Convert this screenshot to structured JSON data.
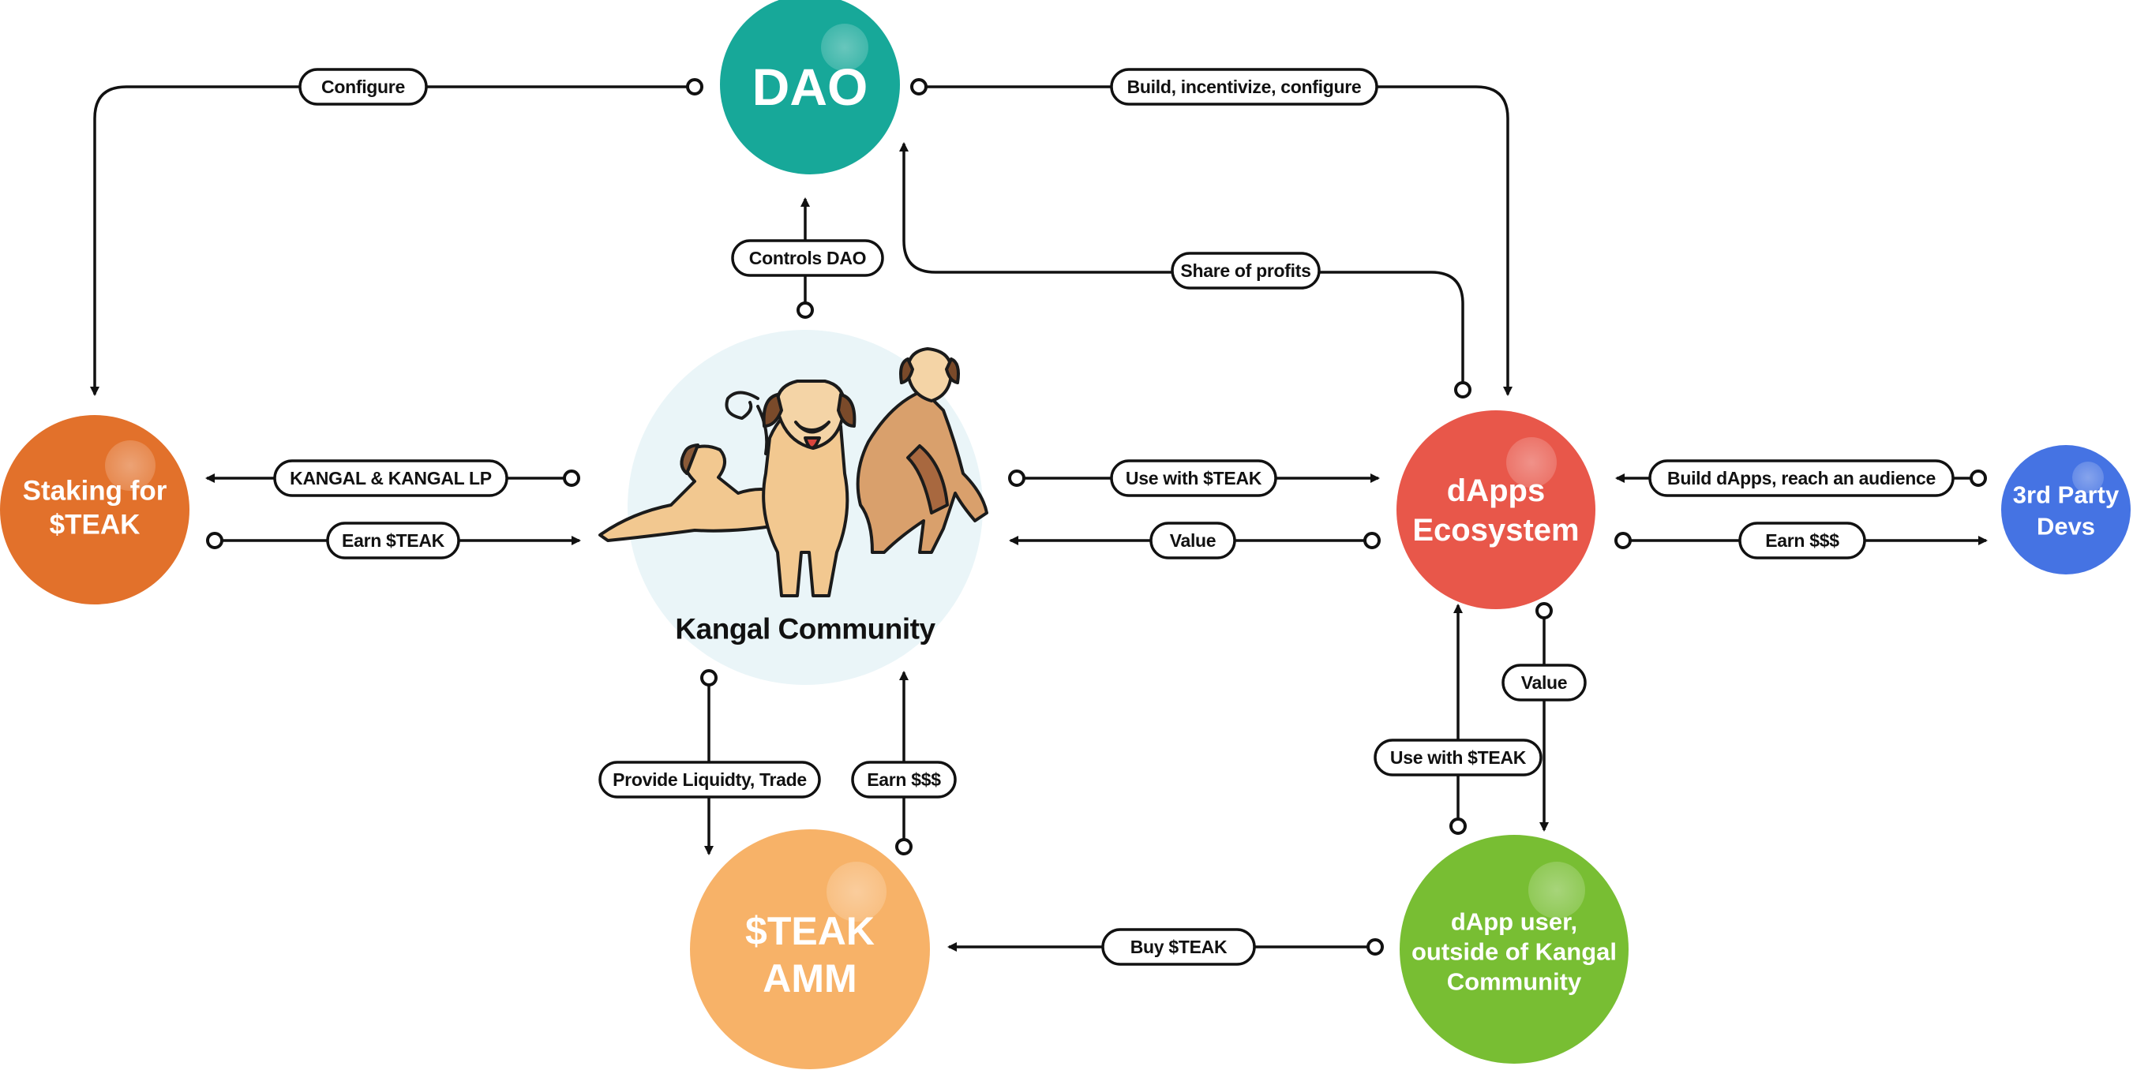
{
  "colors": {
    "dao": "#17a899",
    "staking": "#e2712b",
    "dapps": "#e8574a",
    "third_party": "#4573e3",
    "amm": "#f7b268",
    "dapp_user": "#78be33",
    "community_bg": "#eaf5f8",
    "line": "#111111"
  },
  "nodes": {
    "dao": "DAO",
    "staking": [
      "Staking for",
      "$TEAK"
    ],
    "dapps": [
      "dApps",
      "Ecosystem"
    ],
    "third_party": [
      "3rd Party",
      "Devs"
    ],
    "amm": [
      "$TEAK",
      "AMM"
    ],
    "dapp_user": [
      "dApp user,",
      "outside of Kangal",
      "Community"
    ],
    "community": "Kangal Community"
  },
  "community_illustration": "three-kangal-dogs",
  "edges": {
    "configure": "Configure",
    "build_incentivize": "Build, incentivize, configure",
    "controls_dao": "Controls DAO",
    "share_of_profits": "Share of profits",
    "kangal_lp": "KANGAL & KANGAL LP",
    "earn_teak": "Earn $TEAK",
    "use_with_teak_community": "Use with $TEAK",
    "value_to_community": "Value",
    "build_dapps": "Build dApps, reach an audience",
    "earn_usd_devs": "Earn $$$",
    "provide_liquidity": "Provide Liquidty, Trade",
    "earn_usd_amm": "Earn $$$",
    "value_to_user": "Value",
    "use_with_teak_user": "Use with $TEAK",
    "buy_teak": "Buy $TEAK"
  }
}
